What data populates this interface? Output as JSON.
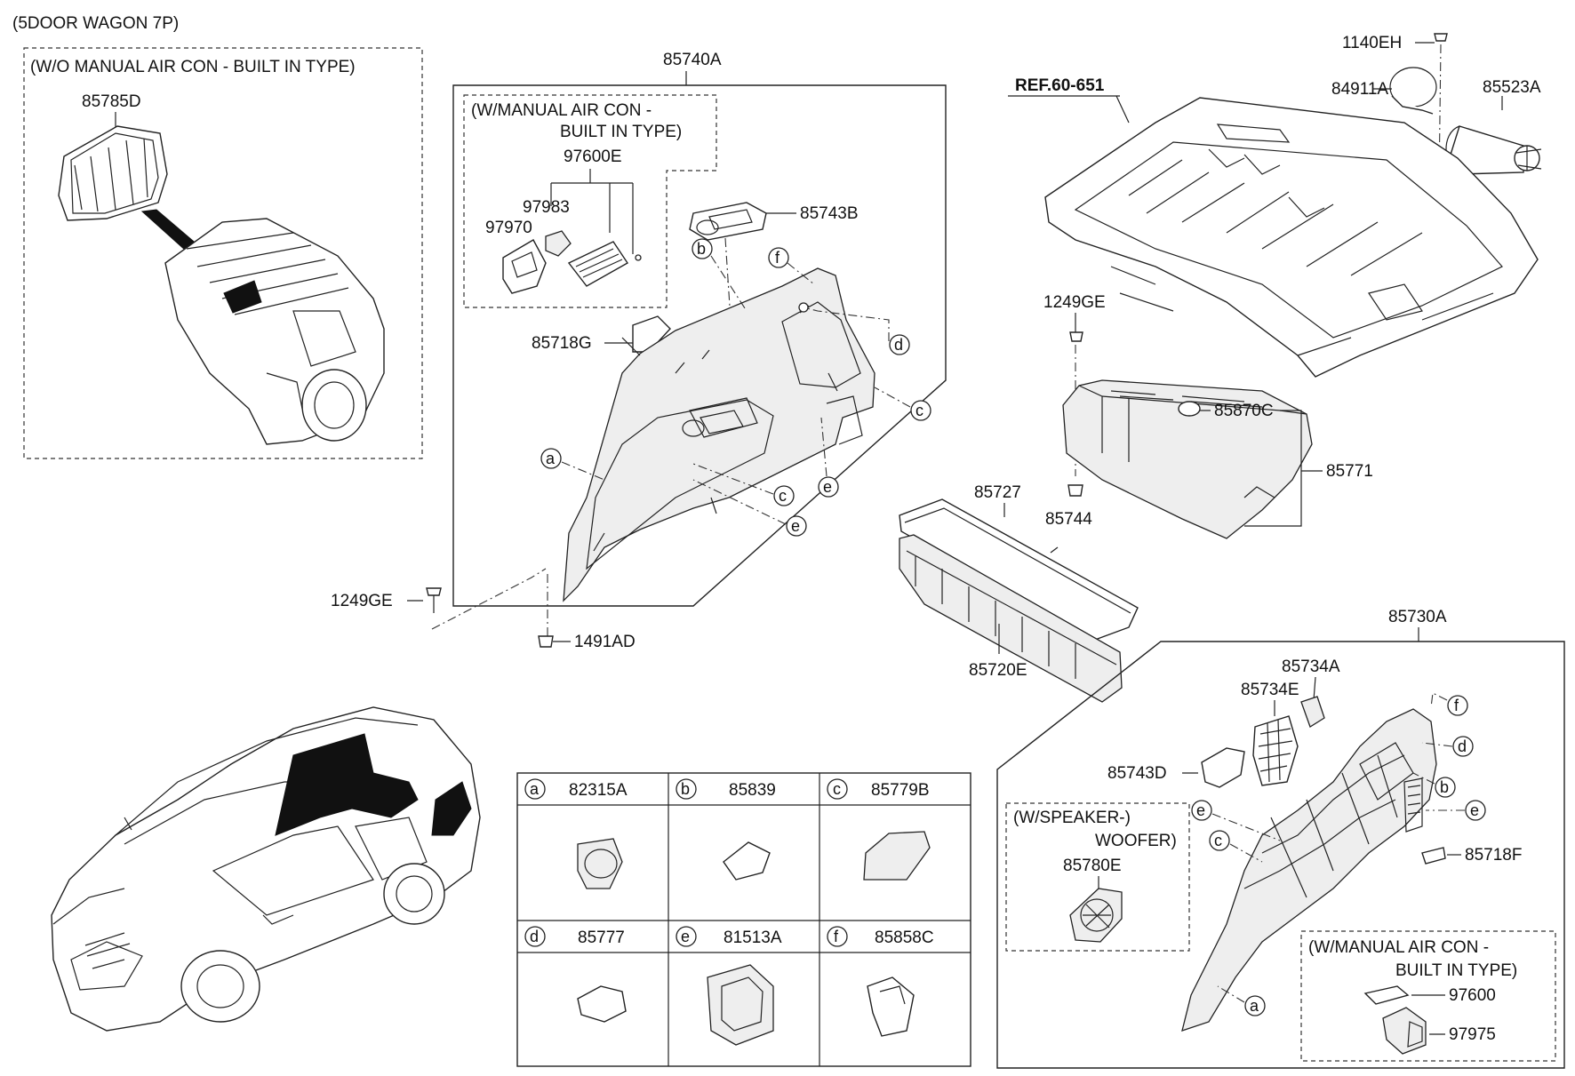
{
  "header": {
    "model": "(5DOOR WAGON 7P)"
  },
  "boxes": {
    "wo_manual": "(W/O MANUAL AIR CON - BUILT IN TYPE)",
    "w_manual_1": "(W/MANUAL AIR CON -",
    "w_manual_2": "BUILT IN TYPE)",
    "speaker_1": "(W/SPEAKER-)",
    "speaker_2": "WOOFER)",
    "w_manual_b_1": "(W/MANUAL AIR CON -",
    "w_manual_b_2": "BUILT IN TYPE)"
  },
  "ref": "REF.60-651",
  "parts": {
    "p85785D": "85785D",
    "p85740A": "85740A",
    "p97600E": "97600E",
    "p97983": "97983",
    "p97970": "97970",
    "p85743B": "85743B",
    "p85718G": "85718G",
    "p1249GE_a": "1249GE",
    "p1491AD": "1491AD",
    "p1140EH": "1140EH",
    "p84911A": "84911A",
    "p85523A": "85523A",
    "p1249GE_b": "1249GE",
    "p85870C": "85870C",
    "p85771": "85771",
    "p85727": "85727",
    "p85744": "85744",
    "p85720E": "85720E",
    "p85730A": "85730A",
    "p85734A": "85734A",
    "p85734E": "85734E",
    "p85743D": "85743D",
    "p85780E": "85780E",
    "p85718F": "85718F",
    "p97600": "97600",
    "p97975": "97975"
  },
  "callouts": [
    "a",
    "b",
    "c",
    "d",
    "e",
    "f"
  ],
  "legend": [
    {
      "letter": "a",
      "part": "82315A"
    },
    {
      "letter": "b",
      "part": "85839"
    },
    {
      "letter": "c",
      "part": "85779B"
    },
    {
      "letter": "d",
      "part": "85777"
    },
    {
      "letter": "e",
      "part": "81513A"
    },
    {
      "letter": "f",
      "part": "85858C"
    }
  ]
}
